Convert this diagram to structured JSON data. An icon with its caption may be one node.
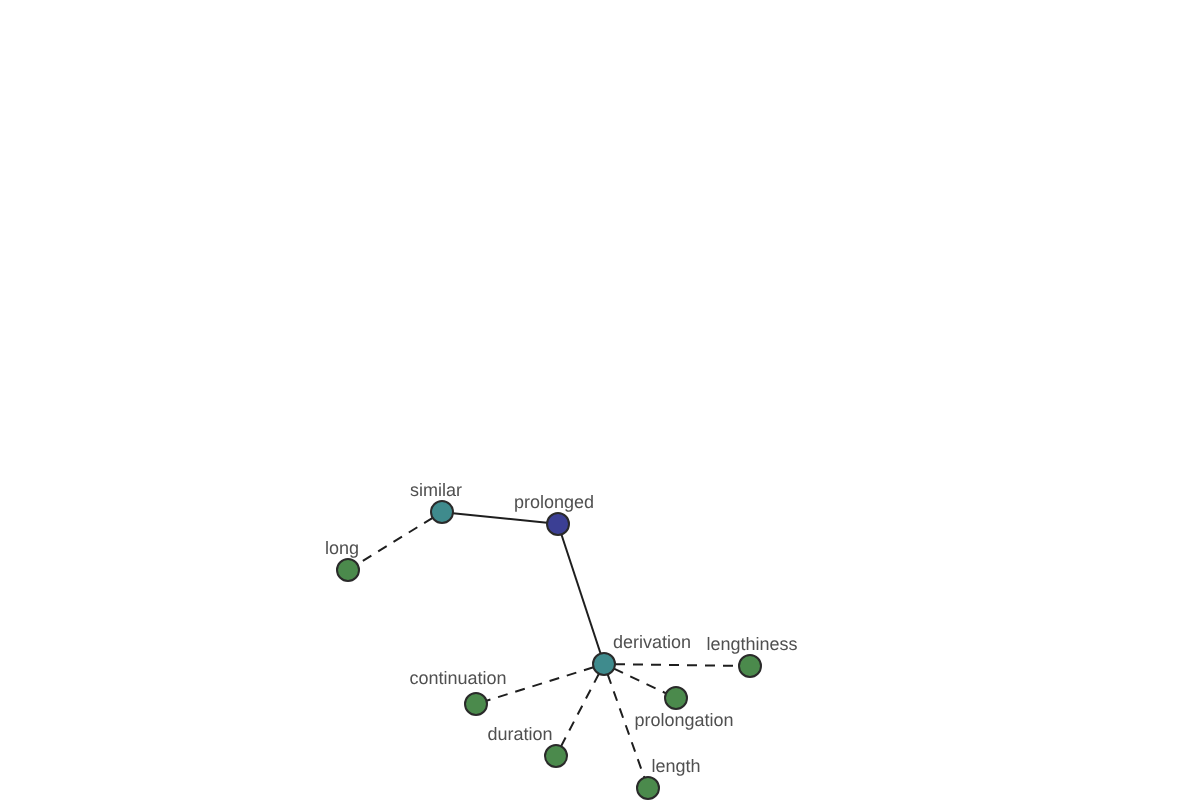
{
  "diagram": {
    "nodes": [
      {
        "text": [
          "similar"
        ]
      },
      {
        "text": [
          "prolonged"
        ]
      },
      {
        "text": [
          "long"
        ]
      },
      {
        "text": [
          "derivation"
        ]
      },
      {
        "text": [
          "lengthiness"
        ]
      },
      {
        "text": [
          "prolongation"
        ]
      },
      {
        "text": [
          "continuation"
        ]
      },
      {
        "text": [
          "duration"
        ]
      },
      {
        "text": [
          "length"
        ]
      }
    ],
    "edges": [
      {
        "from": 0,
        "to": 1,
        "arrow": "none"
      },
      {
        "from": 0,
        "to": 2,
        "arrow": "none",
        "style": "dashed"
      },
      {
        "from": 1,
        "to": 3,
        "arrow": "none"
      },
      {
        "from": 3,
        "to": 4,
        "arrow": "none",
        "style": "dashed"
      },
      {
        "from": 3,
        "to": 5,
        "arrow": "none",
        "style": "dashed"
      },
      {
        "from": 3,
        "to": 6,
        "arrow": "none",
        "style": "dashed"
      },
      {
        "from": 3,
        "to": 7,
        "arrow": "none",
        "style": "dashed"
      },
      {
        "from": 3,
        "to": 8,
        "arrow": "none",
        "style": "dashed"
      }
    ]
  }
}
